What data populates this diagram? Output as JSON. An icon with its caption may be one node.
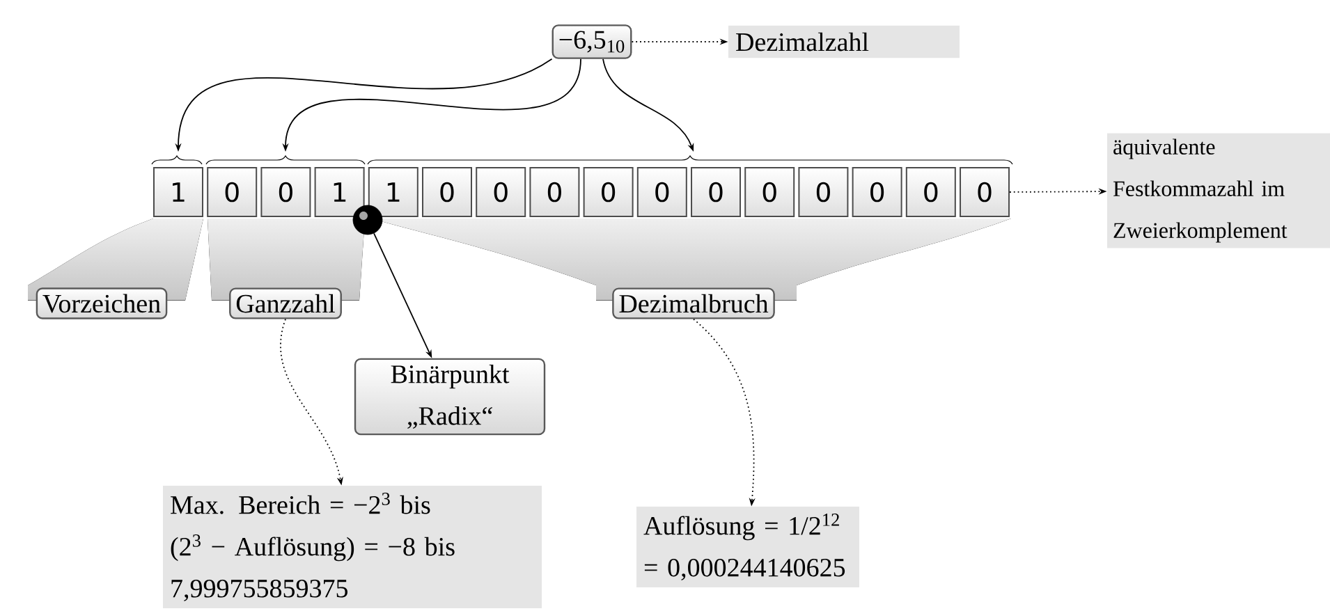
{
  "diagram": {
    "nodes": [
      {
        "text": [
          "−6,5$_{10}$"
        ]
      },
      {
        "text": [
          "Dezimalzahl"
        ]
      },
      {
        "text": [
          "1"
        ]
      },
      {
        "text": [
          "0"
        ]
      },
      {
        "text": [
          "0"
        ]
      },
      {
        "text": [
          "1"
        ]
      },
      {
        "text": [
          "1"
        ]
      },
      {
        "text": [
          "0"
        ]
      },
      {
        "text": [
          "0"
        ]
      },
      {
        "text": [
          "0"
        ]
      },
      {
        "text": [
          "0"
        ]
      },
      {
        "text": [
          "0"
        ]
      },
      {
        "text": [
          "0"
        ]
      },
      {
        "text": [
          "0"
        ]
      },
      {
        "text": [
          "0"
        ]
      },
      {
        "text": [
          "0"
        ]
      },
      {
        "text": [
          "0"
        ]
      },
      {
        "text": [
          "0"
        ]
      },
      {
        "text": [
          "äquivalente Festkommazahl im Zweierkomplement"
        ]
      },
      {
        "text": [],
        "shape": "circle"
      },
      {
        "text": [
          "Vorzeichen"
        ]
      },
      {
        "text": [
          "Ganzzahl"
        ]
      },
      {
        "text": [
          "Binärpunkt „Radix“"
        ]
      },
      {
        "text": [
          "Dezimalbruch"
        ]
      },
      {
        "text": [
          "Max. Bereich = −2$^{3}$ bis (2$^{3}$ − Auflösung) = −8 bis 7,999755859375"
        ]
      },
      {
        "text": [
          "Auflösung = 1/2$^{12}$ = 0,000244140625"
        ]
      }
    ],
    "edges": [
      {
        "from": 0,
        "to": 1,
        "arrow": "to",
        "style": "dashed"
      },
      {
        "from": 0,
        "to": null,
        "arrow": "to"
      },
      {
        "from": 0,
        "to": null,
        "arrow": "to"
      },
      {
        "from": 0,
        "to": null,
        "arrow": "to"
      },
      {
        "from": 17,
        "to": 18,
        "arrow": "to",
        "style": "dashed"
      },
      {
        "from": 19,
        "to": 22,
        "arrow": "to"
      },
      {
        "from": 21,
        "to": 24,
        "arrow": "to",
        "style": "dashed"
      },
      {
        "from": 23,
        "to": 25,
        "arrow": "to",
        "style": "dashed"
      }
    ]
  }
}
